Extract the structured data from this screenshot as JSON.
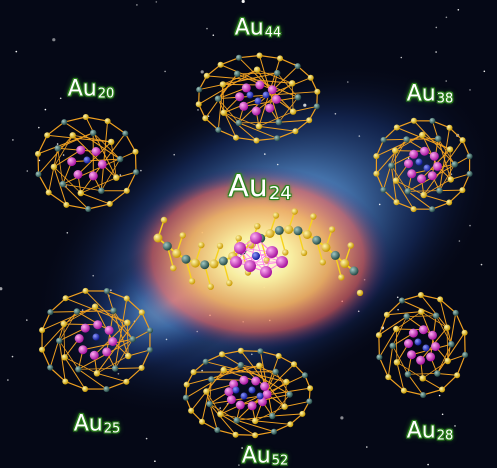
{
  "clusters": [
    {
      "id": "au44",
      "symbol": "Au",
      "count": "44"
    },
    {
      "id": "au20",
      "symbol": "Au",
      "count": "20"
    },
    {
      "id": "au38",
      "symbol": "Au",
      "count": "38"
    },
    {
      "id": "au24",
      "symbol": "Au",
      "count": "24"
    },
    {
      "id": "au25",
      "symbol": "Au",
      "count": "25"
    },
    {
      "id": "au28",
      "symbol": "Au",
      "count": "28"
    },
    {
      "id": "au52",
      "symbol": "Au",
      "count": "52"
    }
  ],
  "colors": {
    "space": "#050816",
    "nebula_blue": "#3f7fd0",
    "glow_core": "#ffe680",
    "gold_atom": "#ffd21e",
    "magenta_atom": "#e23ad6",
    "blue_atom": "#2430d8",
    "teal_atom": "#3b6f6a",
    "bond": "#f0a020",
    "label_outline": "#2f8a20"
  }
}
